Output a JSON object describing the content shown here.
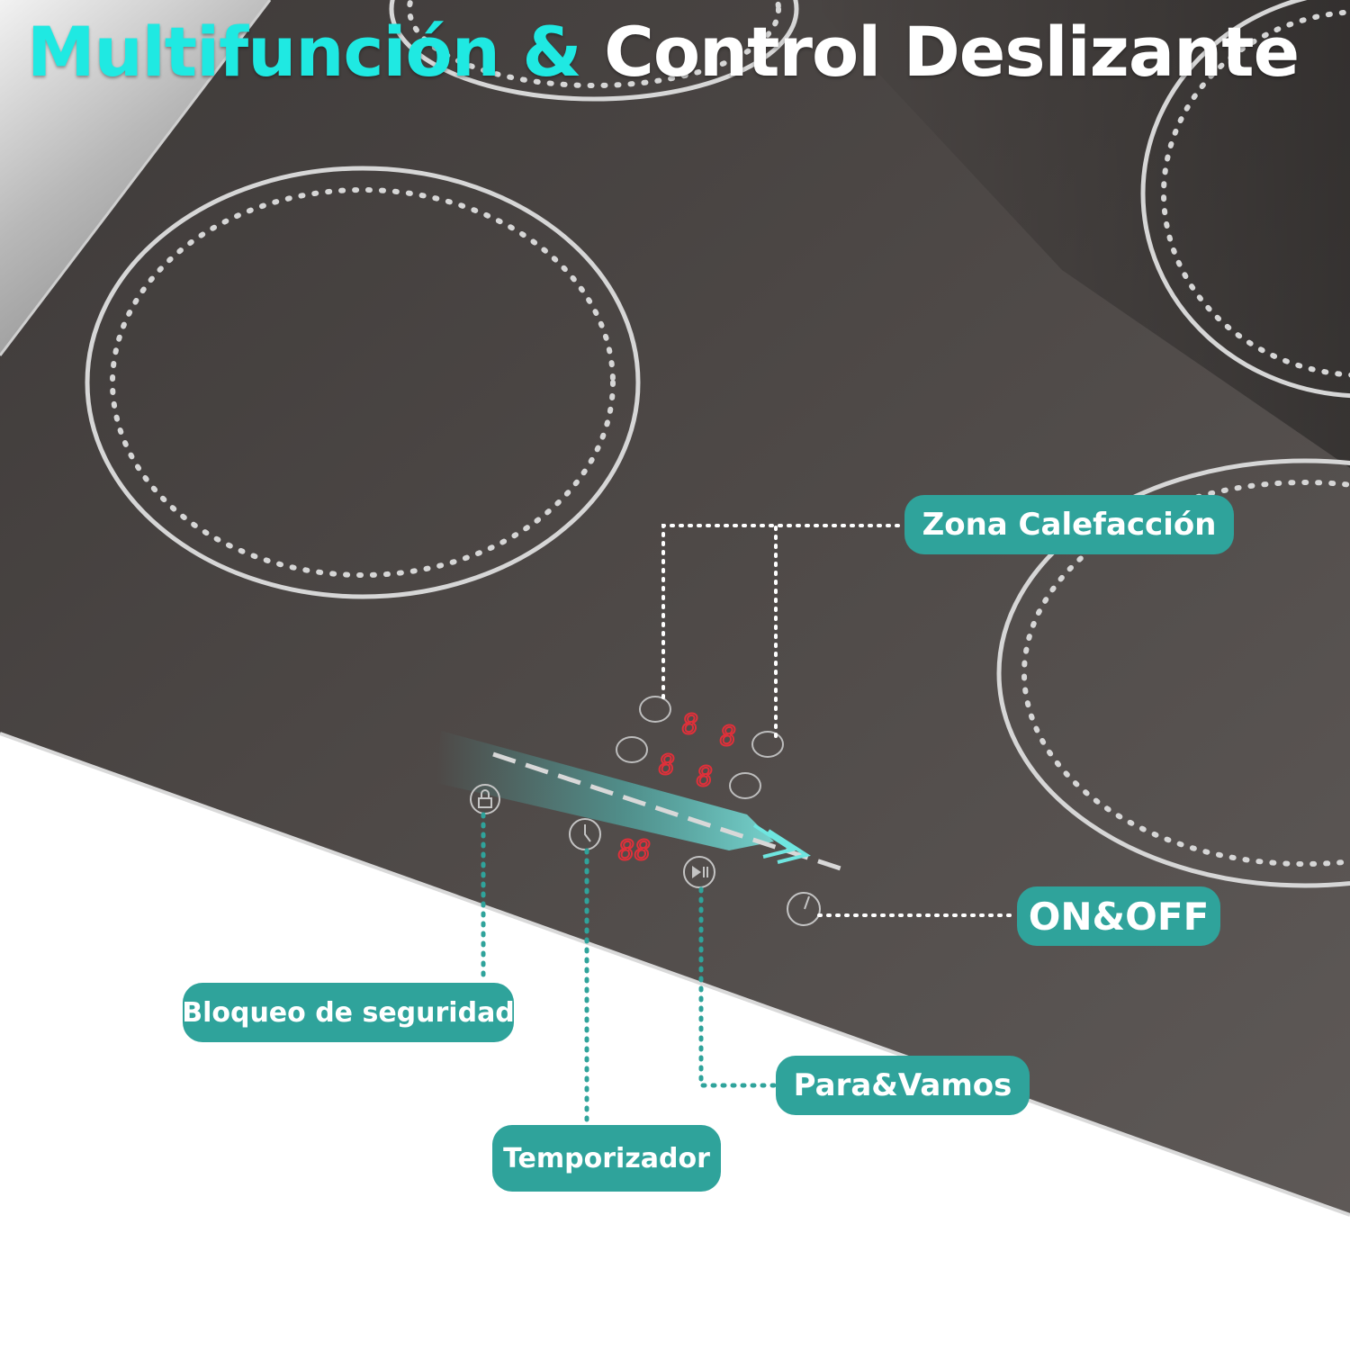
{
  "title": {
    "part1": "Multifunción & ",
    "part2": "Control Deslizante"
  },
  "labels": {
    "heating_zone": "Zona Calefacción",
    "on_off": "ON&OFF",
    "safety_lock": "Bloqueo de seguridad",
    "pause_go": "Para&Vamos",
    "timer": "Temporizador"
  },
  "displays": {
    "zone_digits": "8",
    "timer_digits": "88"
  },
  "colors": {
    "title_accent": "#1fe9e2",
    "title_main": "#ffffff",
    "label_background": "#2fa39b",
    "cooktop_glass": "#4a4543",
    "led_red": "#e0303a",
    "slider_glow": "#4fd8d2"
  },
  "icons": [
    "lock-icon",
    "clock-icon",
    "play-pause-icon",
    "power-icon",
    "zone-selector-icon"
  ]
}
